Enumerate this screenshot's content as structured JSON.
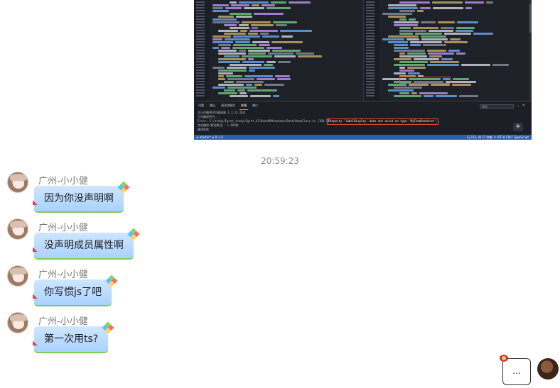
{
  "ide": {
    "panel_tabs": [
      "问题",
      "输出",
      "调试控制台",
      "终端",
      "端口"
    ],
    "terminal_lines": [
      "生正在编译项目编译器 1.2.12 版本",
      "正在编译项目...",
      "  Error: E:/study/Egret_study/Egret_AllBook09Metadata/Book/HomeClass.ts (190,12):",
      "完成编译(错误数目): 1.669秒",
      "编译失败"
    ],
    "error_message": "Property 'labelDisplay' does not exist on type 'MyItemRenderer'.",
    "filter_placeholder": "筛选",
    "status_left": "⊗ master*  ⊗ 0  ⚠ 0",
    "status_right": "行 112, 列 27   空格: 4   UTF-8   CRLF   TypeScript",
    "highlight_code": "this.labelDisplay.visible = false;"
  },
  "timestamp": "20:59:23",
  "messages": [
    {
      "sender": "广州-小小健",
      "text": "因为你没声明啊"
    },
    {
      "sender": "广州-小小健",
      "text": "没声明成员属性啊"
    },
    {
      "sender": "广州-小小健",
      "text": "你写惯js了吧"
    },
    {
      "sender": "广州-小小健",
      "text": "第一次用ts?"
    }
  ],
  "typing_indicator": "...",
  "colors": {
    "bubble_top": "#cfe6ff",
    "bubble_bottom": "#a9d2ff",
    "bubble_underline": "#7ecb5a",
    "ide_background": "#1e2128",
    "statusbar": "#2b5fb4",
    "error_highlight": "#e0463b"
  },
  "icons": [
    "kite-icon",
    "add-terminal-icon",
    "chevron-icon",
    "close-icon"
  ]
}
